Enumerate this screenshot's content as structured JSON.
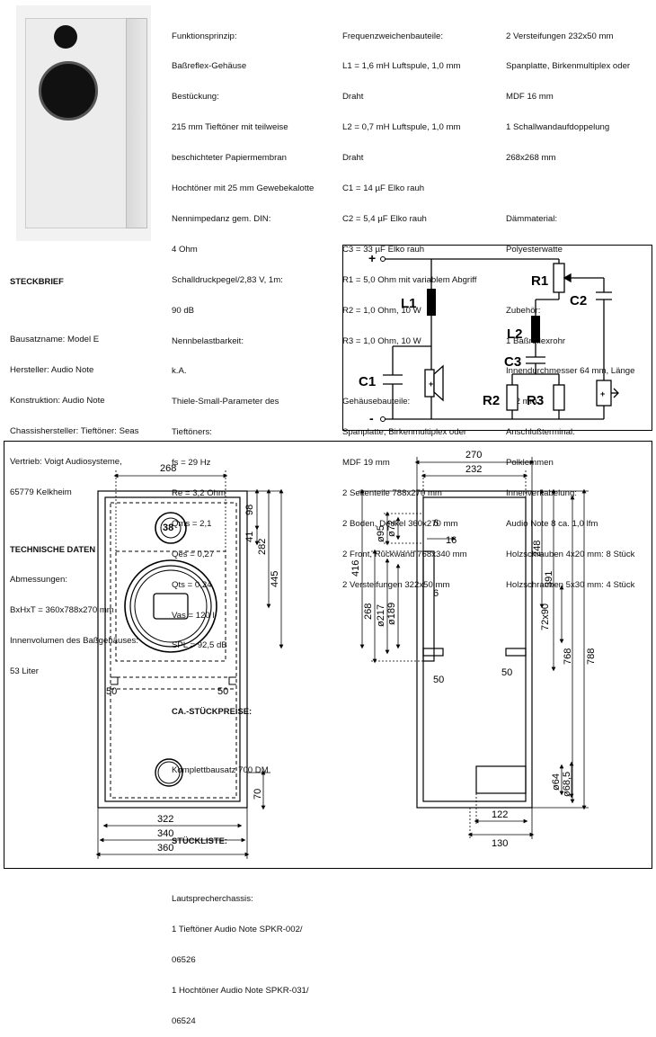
{
  "colors": {
    "ink": "#111111",
    "line": "#000000",
    "cabinet_fill": "#ececec"
  },
  "left": {
    "steckbrief_title": "STECKBRIEF",
    "steckbrief_lines": [
      "Bausatzname: Model E",
      "Hersteller: Audio Note",
      "Konstruktion: Audio Note",
      "Chassishersteller: Tieftöner: Seas",
      "Vertrieb: Voigt Audiosysteme,",
      "65779 Kelkheim"
    ],
    "tech_title": "TECHNISCHE DATEN",
    "tech_lines": [
      "Abmessungen:",
      "  BxHxT = 360x788x270 mm",
      "Innenvolumen des Baßgehäuses:",
      "  53 Liter"
    ]
  },
  "col2": {
    "lines": [
      "Funktionsprinzip:",
      "  Baßreflex-Gehäuse",
      "Bestückung:",
      "  215 mm Tieftöner mit teilweise",
      "  beschichteter Papiermembran",
      "  Hochtöner mit 25 mm Gewebekalotte",
      "Nennimpedanz gem. DIN:",
      "  4 Ohm",
      "Schalldruckpegel/2,83 V, 1m:",
      "  90 dB",
      "Nennbelastbarkeit:",
      "  k.A.",
      "Thiele-Small-Parameter des",
      "Tieftöners:",
      "  fs = 29 Hz",
      "  Re = 3,2 Ohm",
      "  Qms = 2,1",
      "  Qes = 0,27",
      "  Qts = 0,24",
      "  Vas = 120 l",
      "  SPL = 92,5 dB"
    ],
    "price_title": "CA.-STÜCKPREISE:",
    "price_line": "Komplettbausatz 700 DM",
    "parts_title": "STÜCKLISTE:",
    "parts_lines": [
      "Lautsprecherchassis:",
      "  1 Tieftöner Audio Note SPKR-002/",
      "  06526",
      "  1 Hochtöner Audio Note SPKR-031/",
      "  06524"
    ]
  },
  "col3": {
    "lines": [
      "Frequenzweichenbauteile:",
      "  L1 = 1,6 mH Luftspule, 1,0 mm",
      "Draht",
      "  L2 = 0,7 mH Luftspule, 1,0 mm",
      "Draht",
      "  C1 = 14 µF Elko rauh",
      "  C2 = 5,4 µF Elko rauh",
      "  C3 = 33 µF Elko rauh",
      "  R1 = 5,0 Ohm mit variablem Abgriff",
      "  R2 = 1,0 Ohm, 10 W",
      "  R3 = 1,0 Ohm, 10 W",
      "",
      "Gehäusebauteile:",
      "  Spanplatte, Birkenmultiplex oder",
      "MDF 19 mm",
      "  2 Seitenteile 788x270 mm",
      "  2 Boden, Deckel 360x270 mm",
      "  2 Front, Rückwand 768x340 mm",
      "  2 Versteifungen 322x50 mm"
    ]
  },
  "col4": {
    "lines": [
      "  2 Versteifungen 232x50 mm",
      "  Spanplatte, Birkenmultiplex oder",
      "MDF 16 mm",
      "  1 Schallwandaufdoppelung",
      "268x268 mm",
      "",
      "Dämmaterial:",
      "  Polyesterwatte",
      "",
      "Zubehör:",
      "  1 Baßreflexrohr",
      "  Innendurchmesser 64 mm, Länge",
      "122 mm",
      "Anschlußterminal:",
      "  Polklemmen",
      "Innenverkabelung:",
      "  Audio Note 8 ca. 1,0 lfm",
      "Holzschrauben 4x20 mm: 8 Stück",
      "Holzschrauben 5x30 mm: 4 Stück"
    ]
  },
  "circuit": {
    "plus": "+",
    "minus": "-",
    "L1": "L1",
    "L2": "L2",
    "C1": "C1",
    "C2": "C2",
    "C3": "C3",
    "R1": "R1",
    "R2": "R2",
    "R3": "R3"
  },
  "front_dims": {
    "w268": "268",
    "d38": "38",
    "w322": "322",
    "w340": "340",
    "w360": "360",
    "b50l": "50",
    "b50r": "50",
    "h98": "98",
    "h41": "41",
    "h282": "282",
    "h445": "445",
    "h70": "70"
  },
  "side_dims": {
    "w270": "270",
    "w232": "232",
    "d95": "ø95",
    "d72": "ø72",
    "t6a": "6",
    "t16": "16",
    "t6b": "6",
    "h416": "416",
    "h268": "268",
    "d217": "ø217",
    "d189": "ø189",
    "h248": "248",
    "h391": "391",
    "h72x90": "72x90",
    "h768": "768",
    "h788": "788",
    "b50l": "50",
    "b50r": "50",
    "d64": "ø64",
    "d685": "ø68,5",
    "w122": "122",
    "w130": "130"
  }
}
